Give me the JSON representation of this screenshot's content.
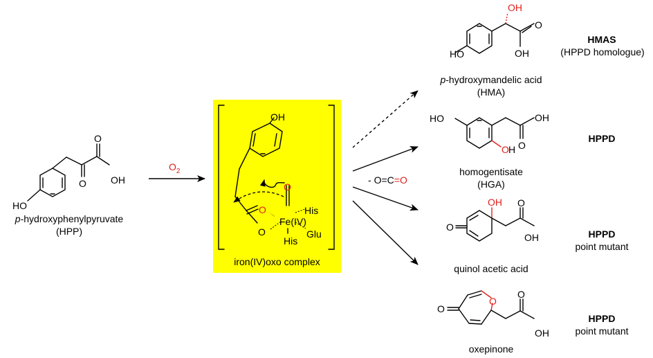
{
  "reactant": {
    "name_italic": "p",
    "name_rest": "-hydroxyphenylpyruvate",
    "abbr": "(HPP)"
  },
  "reagent": {
    "o": "O",
    "sub": "2",
    "color": "#e0201b"
  },
  "intermediate": {
    "caption": "iron(IV)oxo complex",
    "fe": "Fe(IV)",
    "ligand1": "His",
    "ligand2": "His",
    "ligand3": "Glu",
    "box_color": "#ffff00"
  },
  "co2_loss": {
    "prefix": "- ",
    "o1": "O",
    "eq1": "=",
    "c": "C",
    "eq2": "=",
    "o2": "O"
  },
  "atoms": {
    "oh": "OH",
    "ho": "HO",
    "o": "O"
  },
  "products": [
    {
      "name_italic": "p",
      "name_rest": "-hydroxymandelic acid",
      "abbr": "(HMA)",
      "enzyme": "HMAS",
      "enzyme_sub": "(HPPD homologue)"
    },
    {
      "name": "homogentisate",
      "abbr": "(HGA)",
      "enzyme": "HPPD",
      "enzyme_sub": ""
    },
    {
      "name": "quinol acetic acid",
      "abbr": "",
      "enzyme": "HPPD",
      "enzyme_sub": "point mutant"
    },
    {
      "name": "oxepinone",
      "abbr": "",
      "enzyme": "HPPD",
      "enzyme_sub": "point mutant"
    }
  ],
  "colors": {
    "heteroatom_red": "#e0201b",
    "box_yellow": "#ffff00"
  }
}
